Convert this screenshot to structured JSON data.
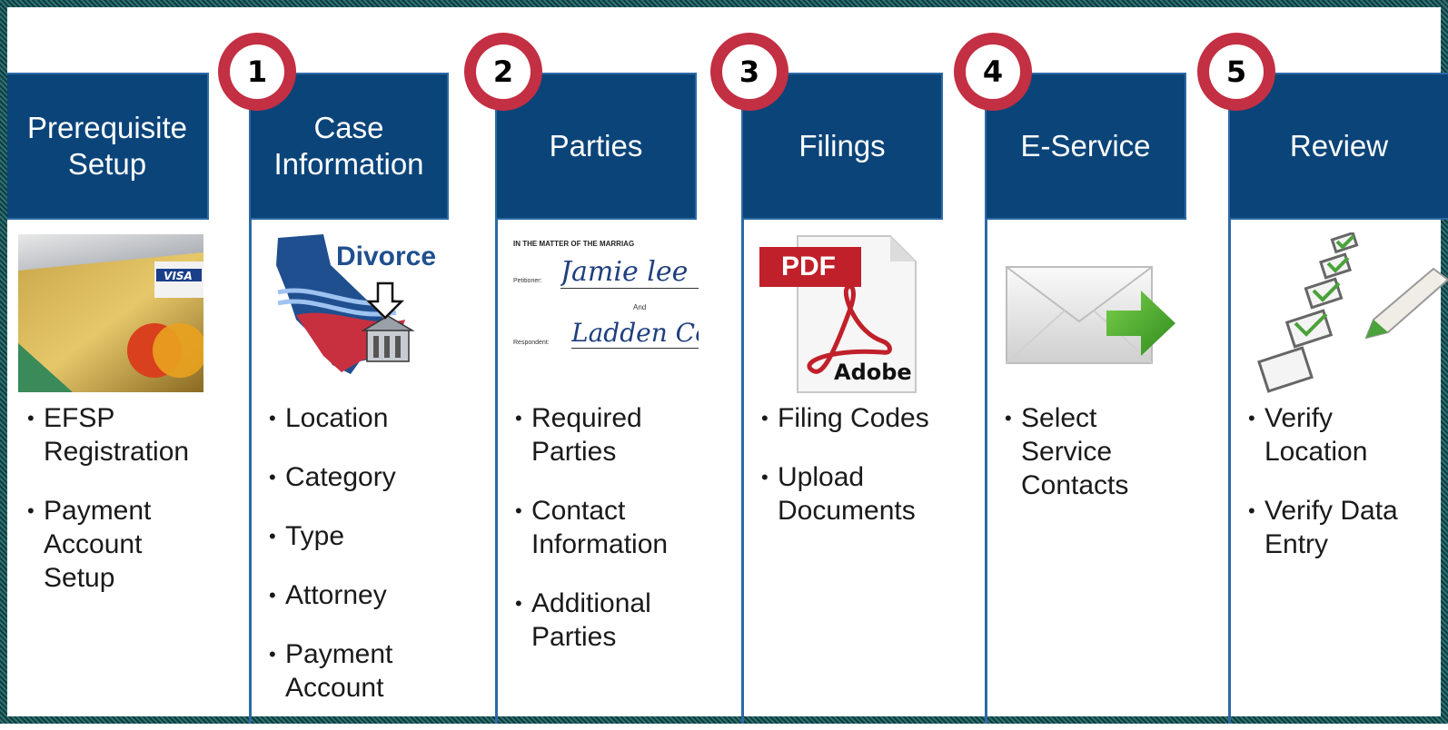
{
  "steps": [
    {
      "number": "",
      "title": "Prerequisite Setup",
      "items": [
        "EFSP Registration",
        "Payment Account Setup"
      ],
      "icon": "credit-card-icon"
    },
    {
      "number": "1",
      "title": "Case Information",
      "items": [
        "Location",
        "Category",
        "Type",
        "Attorney",
        "Payment Account"
      ],
      "icon": "california-map-icon",
      "icon_label": "Divorce"
    },
    {
      "number": "2",
      "title": "Parties",
      "items": [
        "Required Parties",
        "Contact Information",
        "Additional Parties"
      ],
      "icon": "document-signature-icon",
      "doc_text": {
        "heading": "IN THE MATTER OF THE MARRIAG",
        "petitioner_label": "Petitioner:",
        "petitioner_name": "Jamie lee",
        "and": "And",
        "respondent_label": "Respondent:",
        "respondent_name": "Ladden Con"
      }
    },
    {
      "number": "3",
      "title": "Filings",
      "items": [
        "Filing Codes",
        "Upload Documents"
      ],
      "icon": "pdf-icon",
      "icon_labels": {
        "top": "PDF",
        "bottom": "Adobe"
      }
    },
    {
      "number": "4",
      "title": "E-Service",
      "items": [
        "Select Service Contacts"
      ],
      "icon": "envelope-arrow-icon"
    },
    {
      "number": "5",
      "title": "Review",
      "items": [
        "Verify Location",
        "Verify Data Entry"
      ],
      "icon": "checklist-icon"
    }
  ],
  "colors": {
    "header": "#0b4479",
    "border": "#2c6aa6",
    "badge": "#c32f43",
    "frame": "#1f5656"
  }
}
